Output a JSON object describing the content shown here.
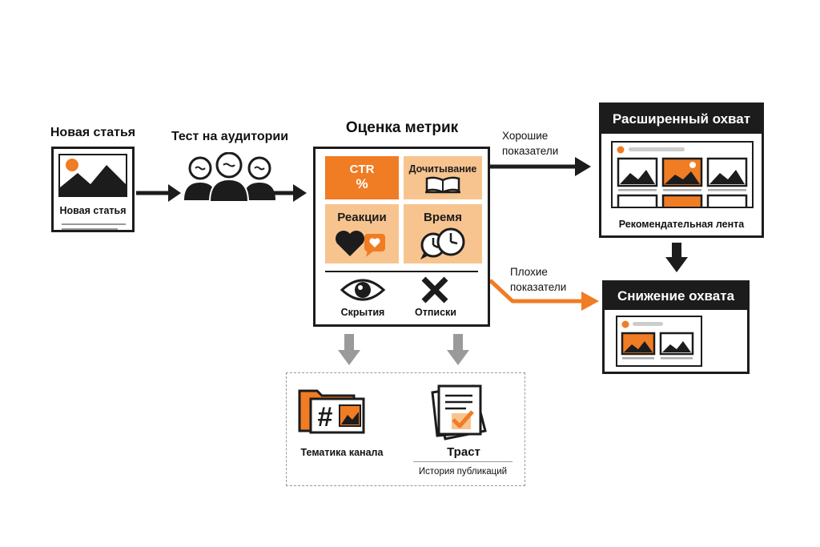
{
  "nodes": {
    "new_article_title": "Новая статья",
    "new_article_caption": "Новая статья",
    "audience_test": "Тест на аудитории",
    "metrics_title": "Оценка метрик",
    "metrics": {
      "ctr": "CTR",
      "ctr_unit": "%",
      "read_through": "Дочитывание",
      "reactions": "Реакции",
      "time": "Время",
      "hides": "Скрытия",
      "unsubscribes": "Отписки"
    },
    "good_metrics": [
      "Хорошие",
      "показатели"
    ],
    "bad_metrics": [
      "Плохие",
      "показатели"
    ],
    "extended_reach": "Расширенный охват",
    "recommendation_feed": "Рекомендательная лента",
    "reduced_reach": "Снижение охвата",
    "channel_topic": "Тематика канала",
    "trust": "Траст",
    "publication_history": "История публикаций"
  },
  "colors": {
    "accent": "#f07c24",
    "accent_light": "#f7c48f",
    "dark": "#1c1c1c",
    "gray_arrow": "#9a9a9a"
  },
  "icons": [
    "image-icon",
    "audience-icon",
    "book-icon",
    "heart-icon",
    "clock-icon",
    "eye-icon",
    "cross-icon",
    "hashtag-folder-icon",
    "document-check-icon",
    "feed-card-icon"
  ]
}
